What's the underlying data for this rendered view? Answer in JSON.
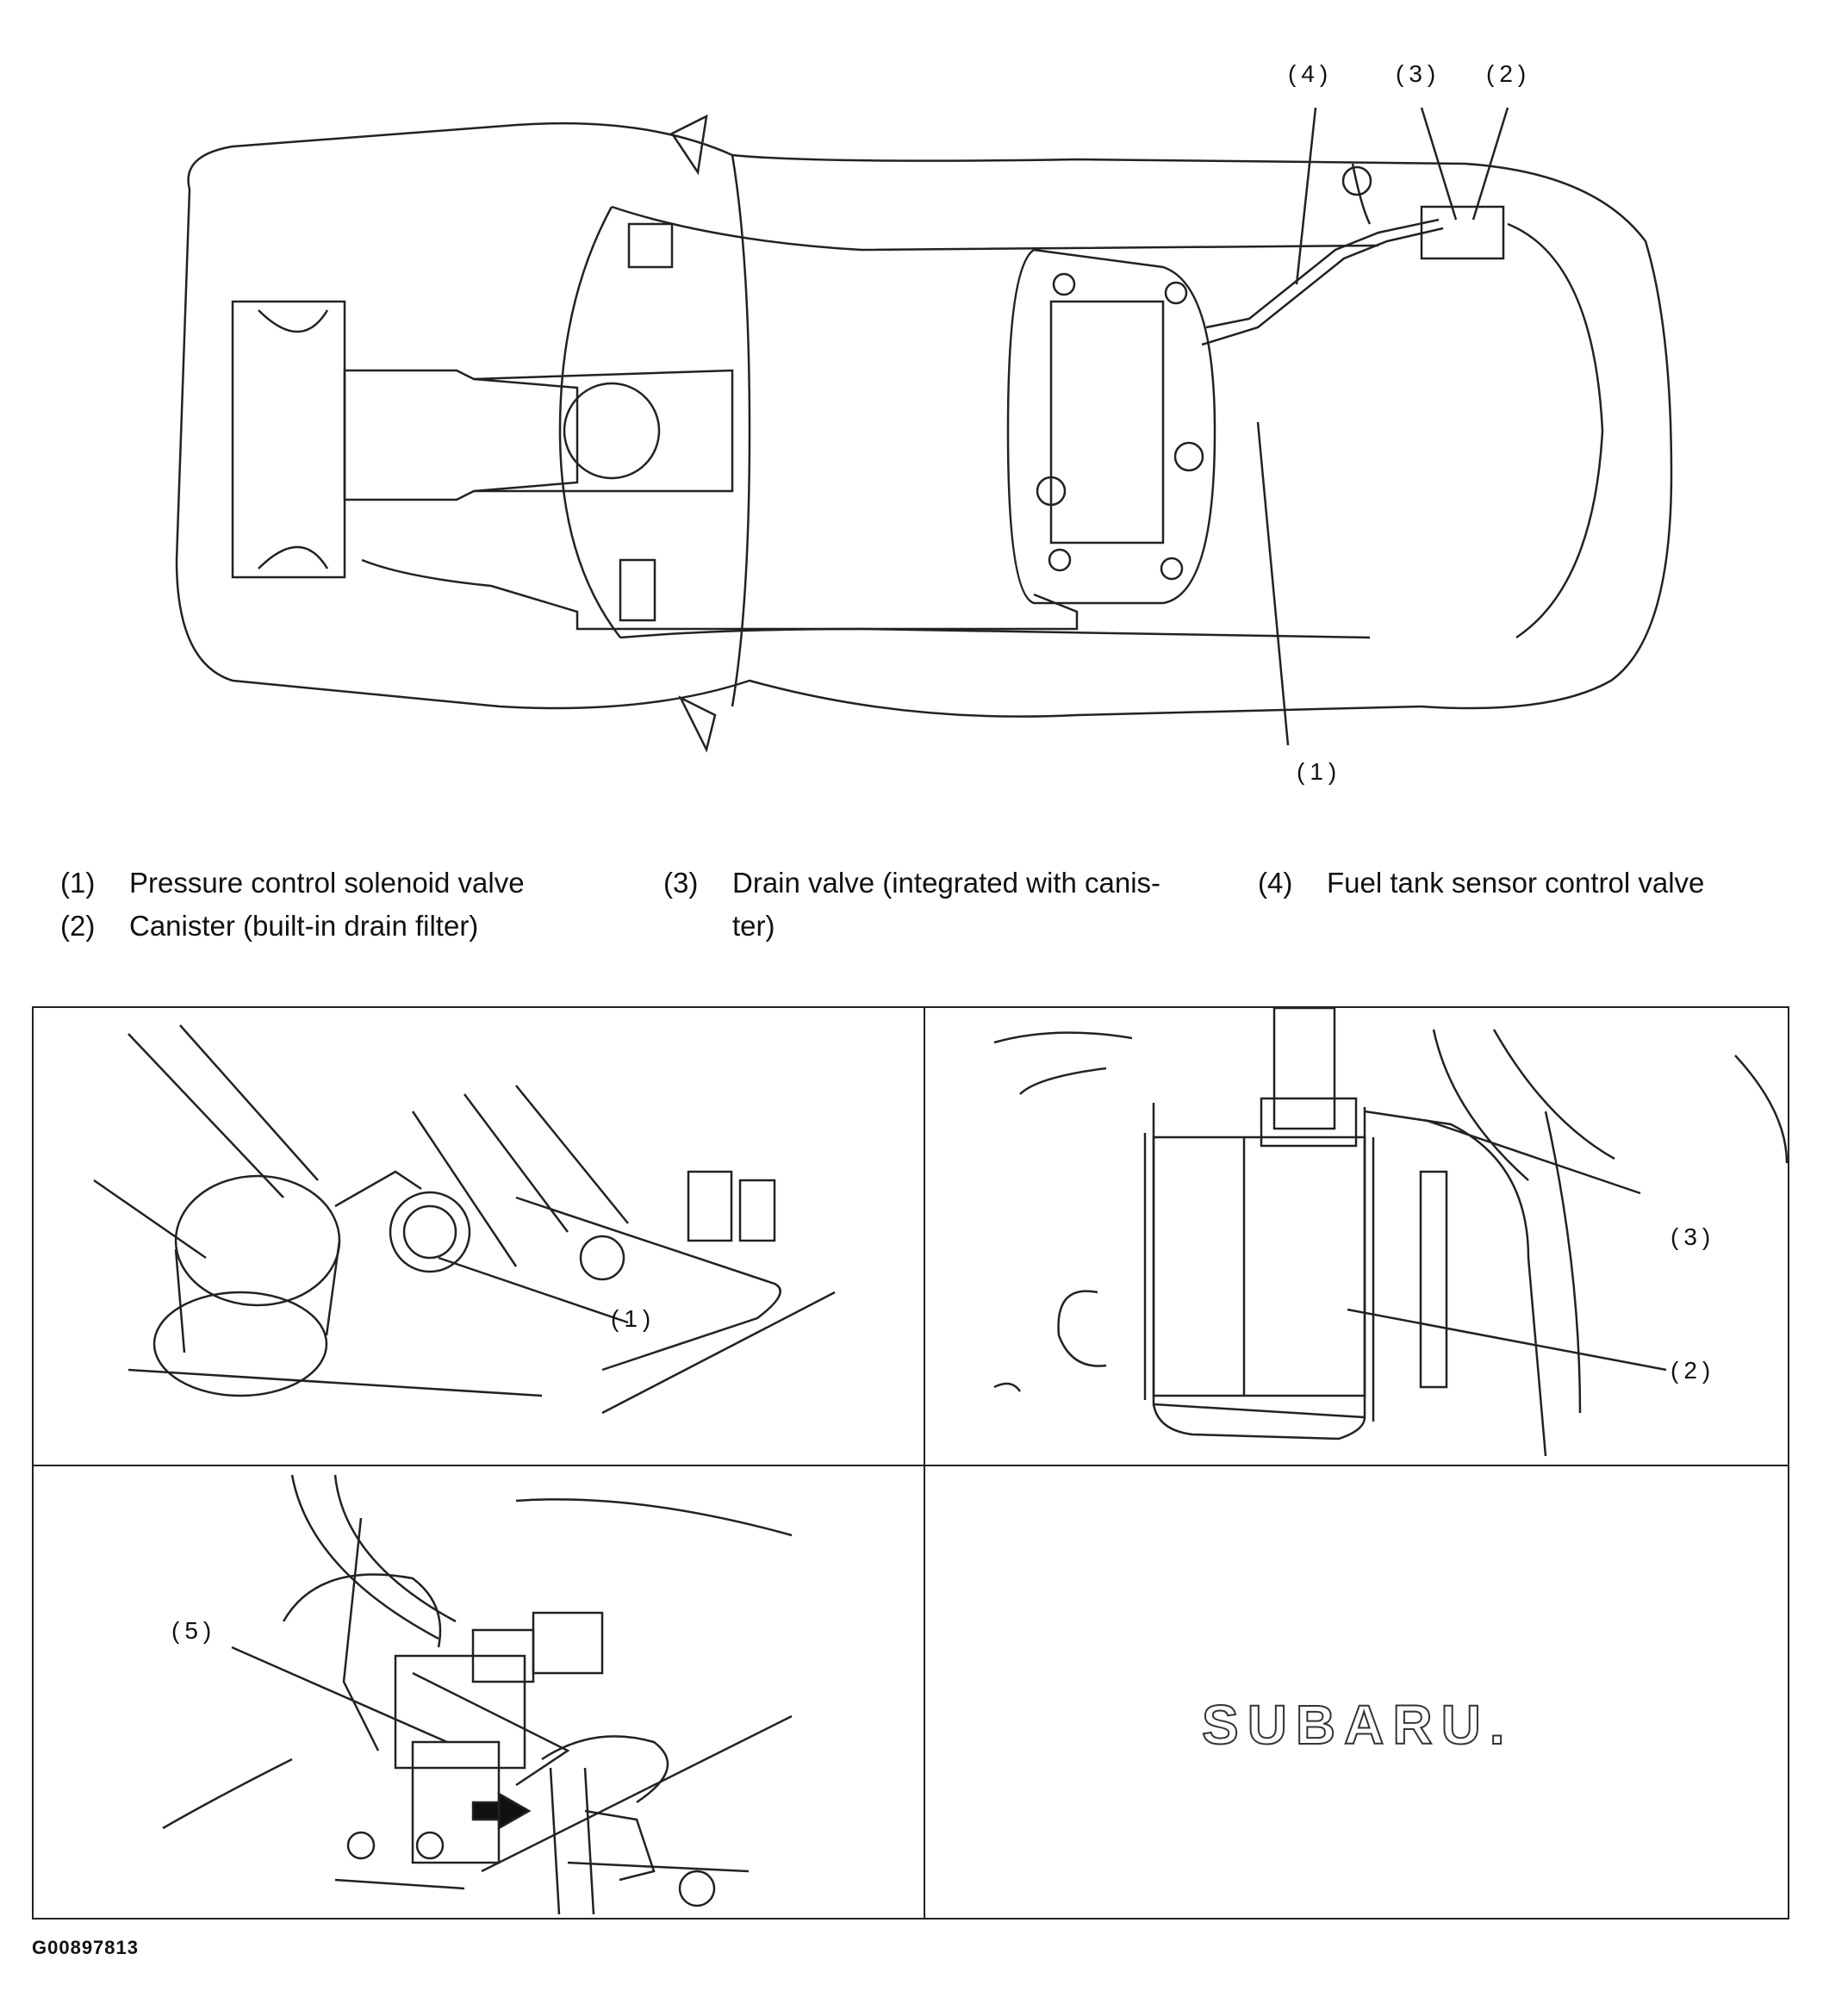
{
  "callouts_top": {
    "c4": "(4)",
    "c3": "(3)",
    "c2": "(2)",
    "c1": "(1)"
  },
  "legend": [
    {
      "num": "(1)",
      "text": "Pressure control solenoid valve"
    },
    {
      "num": "(2)",
      "text": "Canister (built-in drain filter)"
    },
    {
      "num": "(3)",
      "text": "Drain valve (integrated with canis-"
    },
    {
      "num": "",
      "text": "ter)"
    },
    {
      "num": "(4)",
      "text": "Fuel tank sensor control valve"
    }
  ],
  "panels": {
    "top_left_label": "(1)",
    "top_right_label_3": "(3)",
    "top_right_label_2": "(2)",
    "bottom_left_label": "(5)",
    "logo": "SUBARU."
  },
  "figure_id": "G00897813"
}
